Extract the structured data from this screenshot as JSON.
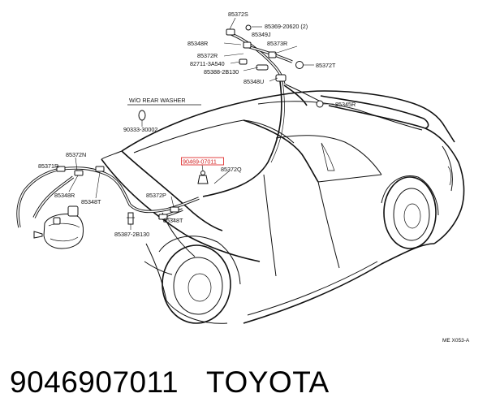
{
  "diagram": {
    "section_label": "W/O REAR WASHER",
    "ref_code": "ME X053-A",
    "highlighted_part": "90469-07011",
    "parts": {
      "p85372S": "85372S",
      "p8536920620": "85369-20620 (2)",
      "p85349J": "85349J",
      "p85348R_top": "85348R",
      "p85373R": "85373R",
      "p85372R": "85372R",
      "p827113A540": "82711-3A540",
      "p853882B130": "85388-2B130",
      "p85372T_top": "85372T",
      "p85348U": "85348U",
      "p85345R": "85345R",
      "p9033330002": "90333-30002",
      "p85372N": "85372N",
      "p85371R": "85371R",
      "p85348R_left": "85348R",
      "p85348T_left": "85348T",
      "p85372Q": "85372Q",
      "p85372P": "85372P",
      "p85348T_mid": "85348T",
      "p853872B130": "85387-2B130"
    }
  },
  "caption": {
    "part_number": "9046907011",
    "brand": "TOYOTA"
  }
}
